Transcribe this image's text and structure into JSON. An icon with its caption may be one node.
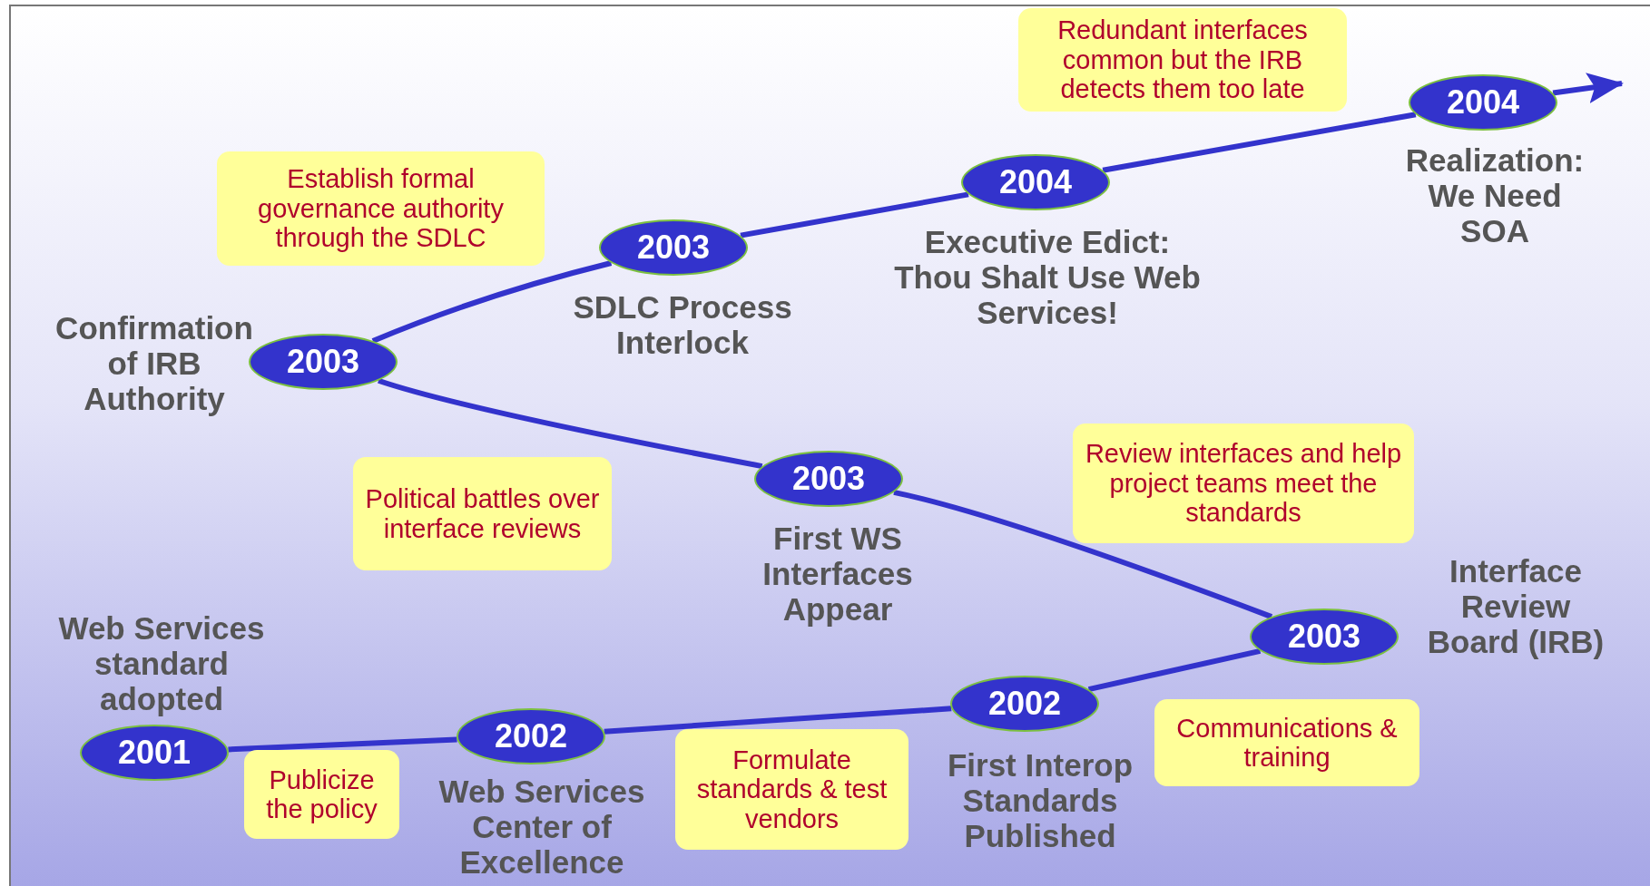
{
  "diagram": {
    "nodes": [
      {
        "text": [
          "2001"
        ],
        "beside": [
          "Web Services standard adopted"
        ]
      },
      {
        "text": [
          "2002"
        ],
        "beside": [
          "Web Services Center of Excellence"
        ]
      },
      {
        "text": [
          "2002"
        ],
        "beside": [
          "First Interop Standards Published"
        ]
      },
      {
        "text": [
          "2003"
        ],
        "beside": [
          "Interface Review Board (IRB)"
        ]
      },
      {
        "text": [
          "2003"
        ],
        "beside": [
          "First WS Interfaces Appear"
        ]
      },
      {
        "text": [
          "2003"
        ],
        "beside": [
          "Confirmation of IRB Authority"
        ]
      },
      {
        "text": [
          "2003"
        ],
        "beside": [
          "SDLC Process Interlock"
        ]
      },
      {
        "text": [
          "2004"
        ],
        "beside": [
          "Executive Edict: Thou Shalt Use Web Services!"
        ]
      },
      {
        "text": [
          "2004"
        ],
        "beside": [
          "Realization: We Need SOA"
        ]
      },
      {
        "text": [
          "Publicize the policy"
        ]
      },
      {
        "text": [
          "Formulate standards & test vendors"
        ]
      },
      {
        "text": [
          "Communications & training"
        ]
      },
      {
        "text": [
          "Review interfaces and help project teams meet the standards"
        ]
      },
      {
        "text": [
          "Political battles over interface reviews"
        ]
      },
      {
        "text": [
          "Establish formal governance authority through the SDLC"
        ]
      },
      {
        "text": [
          "Redundant interfaces common but the IRB detects them too late"
        ]
      }
    ],
    "edges": [
      {
        "from": 0,
        "to": 1,
        "arrow": "none"
      },
      {
        "from": 1,
        "to": 2,
        "arrow": "none"
      },
      {
        "from": 2,
        "to": 3,
        "arrow": "none"
      },
      {
        "from": 3,
        "to": 4,
        "arrow": "none"
      },
      {
        "from": 4,
        "to": 5,
        "arrow": "none"
      },
      {
        "from": 5,
        "to": 6,
        "arrow": "none"
      },
      {
        "from": 6,
        "to": 7,
        "arrow": "none"
      },
      {
        "from": 7,
        "to": 8,
        "arrow": "none"
      },
      {
        "from": 8,
        "to": null,
        "arrow": "to"
      }
    ]
  }
}
